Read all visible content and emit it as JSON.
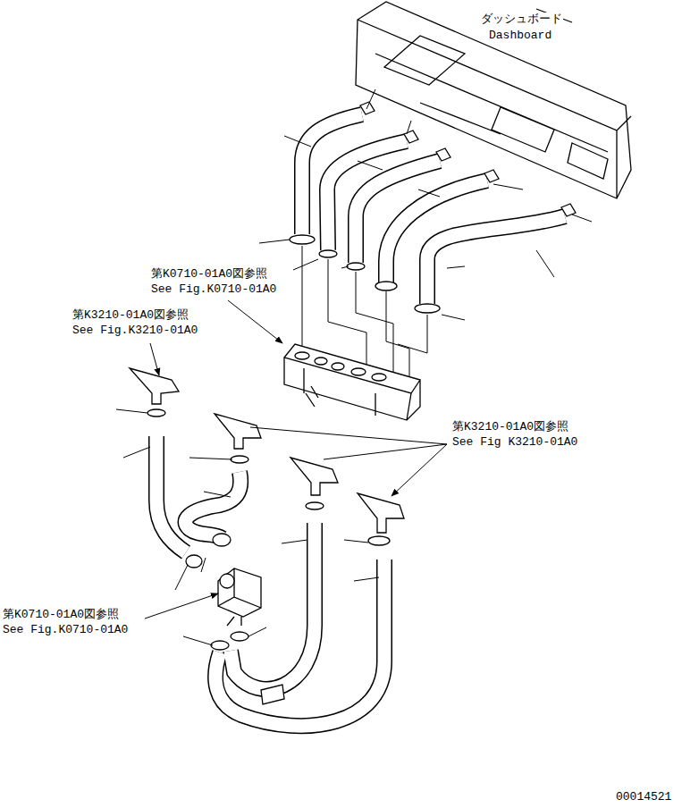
{
  "diagram": {
    "labels": [
      "ダッシュボード",
      "Dashboard",
      "第K0710-01A0図参照",
      "See Fig.K0710-01A0",
      "第K3210-01A0図参照",
      "See Fig.K3210-01A0",
      "第K3210-01A0図参照",
      "See Fig K3210-01A0",
      "第K0710-01A0図参照",
      "See Fig.K0710-01A0",
      "00014521"
    ]
  }
}
